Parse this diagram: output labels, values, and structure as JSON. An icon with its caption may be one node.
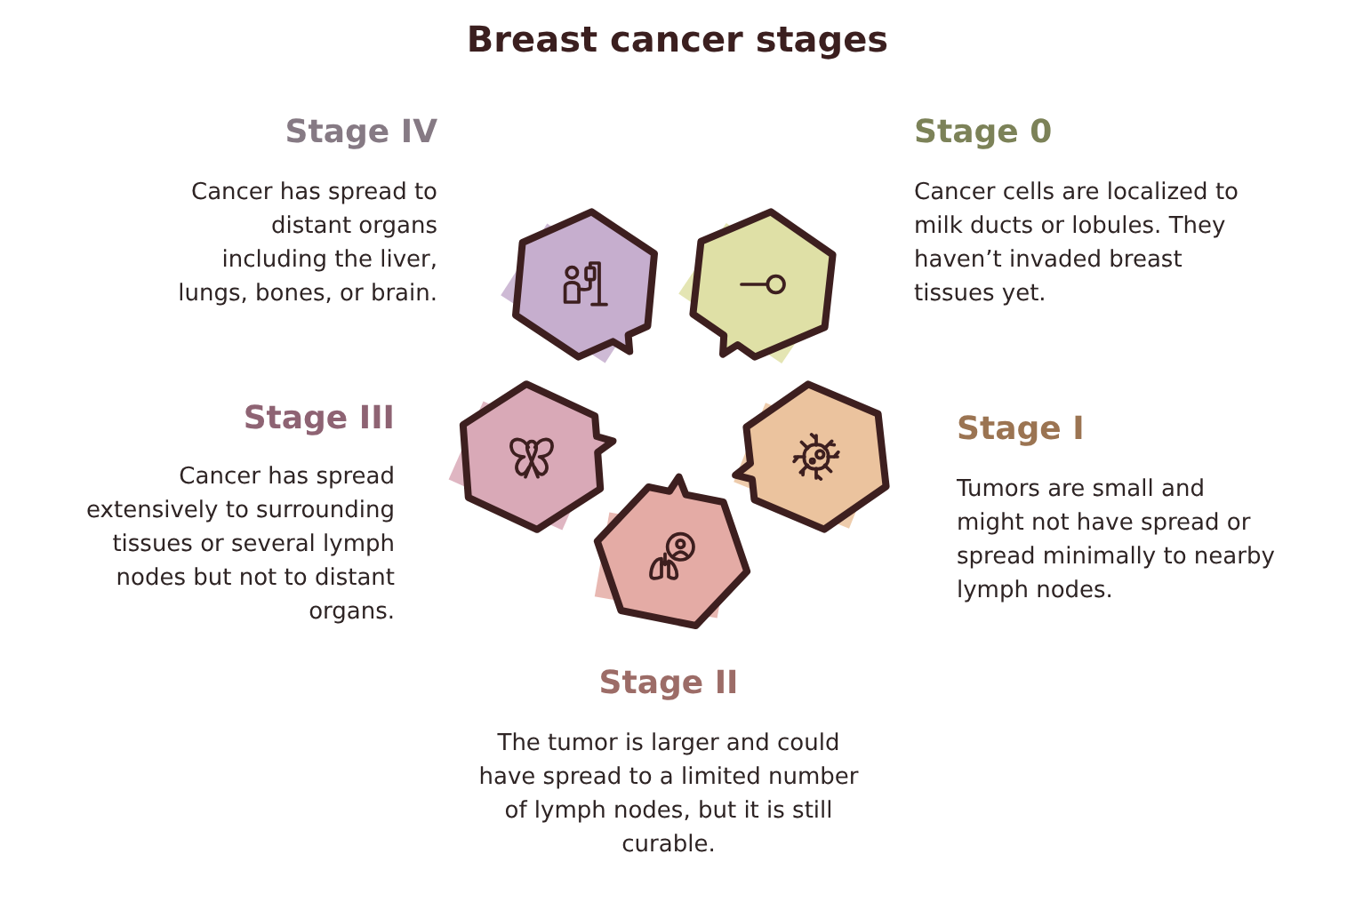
{
  "diagram": {
    "title": "Breast cancer stages",
    "nodes": [
      {
        "text": [],
        "shape": "hexagon",
        "beside": [
          "Stage 0",
          "Cancer cells are localized to milk ducts or lobules. They haven’t invaded breast tissues yet."
        ]
      },
      {
        "text": [],
        "shape": "hexagon",
        "beside": [
          "Stage I",
          "Tumors are small and might not have spread or spread minimally to nearby lymph nodes."
        ]
      },
      {
        "text": [],
        "shape": "hexagon",
        "beside": [
          "Stage II",
          "The tumor is larger and could have spread to a limited number of lymph nodes, but it is still curable."
        ]
      },
      {
        "text": [],
        "shape": "hexagon",
        "beside": [
          "Stage III",
          "Cancer has spread extensively to surrounding tissues or several lymph nodes but not to distant organs."
        ]
      },
      {
        "text": [],
        "shape": "hexagon",
        "beside": [
          "Stage IV",
          "Cancer has spread to distant organs including the liver, lungs, bones, or brain."
        ]
      }
    ]
  }
}
